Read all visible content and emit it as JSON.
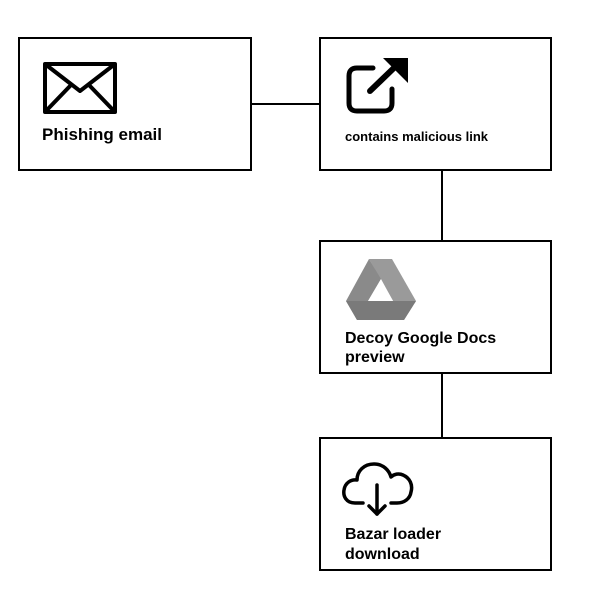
{
  "nodes": {
    "phishing_email": {
      "label": "Phishing email",
      "icon": "envelope-icon"
    },
    "malicious_link": {
      "label": "contains malicious link",
      "icon": "external-link-icon"
    },
    "decoy_preview": {
      "label": "Decoy Google Docs\npreview",
      "icon": "google-drive-icon"
    },
    "bazar_download": {
      "label": "Bazar loader\ndownload",
      "icon": "cloud-download-icon"
    }
  },
  "edges": [
    {
      "from": "Phishing email",
      "to": "contains malicious link"
    },
    {
      "from": "contains malicious link",
      "to": "Decoy Google Docs\npreview"
    },
    {
      "from": "Decoy Google Docs\npreview",
      "to": "Bazar loader\ndownload"
    }
  ],
  "colors": {
    "line": "#000000",
    "box_border": "#000000",
    "drive_icon": "#8f8f8f"
  }
}
